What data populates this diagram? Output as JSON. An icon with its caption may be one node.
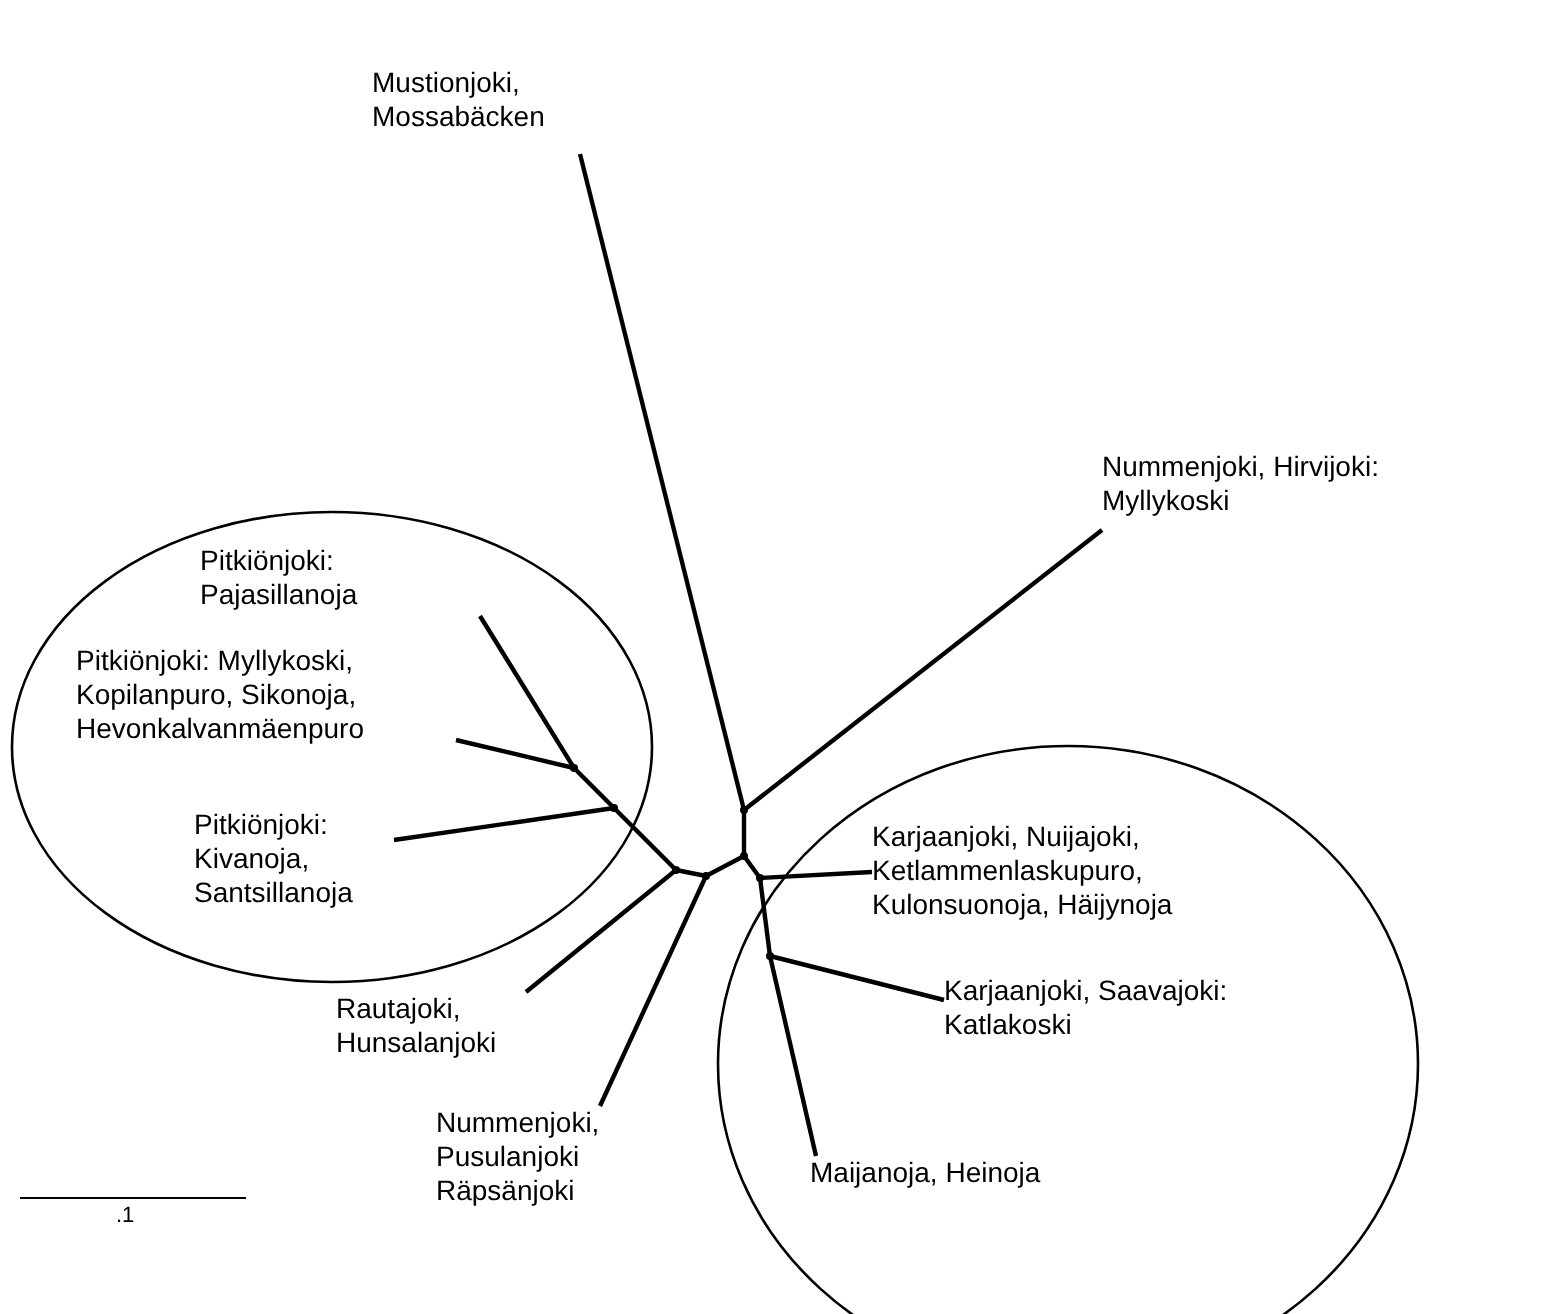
{
  "diagram": {
    "nodes": [
      {
        "text": [
          "Mustionjoki, Mossabäcken"
        ]
      },
      {
        "text": [
          "Nummenjoki, Hirvijoki: Myllykoski"
        ]
      },
      {
        "text": [],
        "shape": "circle"
      },
      {
        "text": [
          "Pitkiönjoki: Pajasillanoja"
        ],
        "in": 2
      },
      {
        "text": [
          "Pitkiönjoki: Myllykoski, Kopilanpuro, Sikonoja, Hevonkalvanmäenpuro"
        ],
        "in": 2
      },
      {
        "text": [
          "Pitkiönjoki: Kivanoja, Santsillanoja"
        ],
        "in": 2
      },
      {
        "text": [
          "Rautajoki, Hunsalanjoki"
        ]
      },
      {
        "text": [
          "Nummenjoki, Pusulanjoki Räpsänjoki"
        ]
      },
      {
        "text": [],
        "shape": "circle"
      },
      {
        "text": [
          "Karjaanjoki, Nuijajoki, Ketlammenlaskupuro, Kulonsuonoja, Häijynoja"
        ],
        "in": 8
      },
      {
        "text": [
          "Karjaanjoki, Saavajoki: Katlakoski"
        ],
        "in": 8
      },
      {
        "text": [
          "Maijanoja, Heinoja"
        ],
        "in": 8
      },
      {
        "text": [],
        "shape": "point"
      },
      {
        "text": [],
        "shape": "point"
      },
      {
        "text": [],
        "shape": "point"
      },
      {
        "text": [],
        "shape": "point"
      },
      {
        "text": [],
        "shape": "point",
        "in": 8
      },
      {
        "text": [],
        "shape": "point"
      },
      {
        "text": [],
        "shape": "point",
        "in": 2
      },
      {
        "text": [],
        "shape": "point",
        "in": 2
      }
    ],
    "edges": [
      {
        "from": 0,
        "to": 12,
        "arrow": "none"
      },
      {
        "from": 12,
        "to": 1,
        "arrow": "none"
      },
      {
        "from": 12,
        "to": 13,
        "arrow": "none"
      },
      {
        "from": 13,
        "to": 14,
        "arrow": "none"
      },
      {
        "from": 14,
        "to": 9,
        "arrow": "none"
      },
      {
        "from": 14,
        "to": 16,
        "arrow": "none"
      },
      {
        "from": 16,
        "to": 10,
        "arrow": "none"
      },
      {
        "from": 16,
        "to": 11,
        "arrow": "none"
      },
      {
        "from": 13,
        "to": 15,
        "arrow": "none"
      },
      {
        "from": 15,
        "to": 7,
        "arrow": "none"
      },
      {
        "from": 15,
        "to": 17,
        "arrow": "none"
      },
      {
        "from": 17,
        "to": 6,
        "arrow": "none"
      },
      {
        "from": 17,
        "to": 18,
        "arrow": "none"
      },
      {
        "from": 18,
        "to": 5,
        "arrow": "none"
      },
      {
        "from": 18,
        "to": 19,
        "arrow": "none"
      },
      {
        "from": 19,
        "to": 4,
        "arrow": "none"
      },
      {
        "from": 19,
        "to": 3,
        "arrow": "none"
      }
    ],
    "labels": [
      ".1"
    ]
  }
}
